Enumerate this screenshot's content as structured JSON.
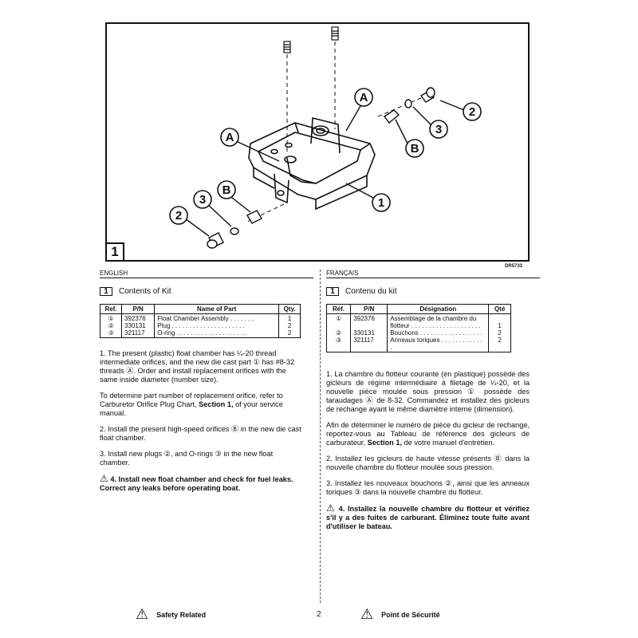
{
  "figure": {
    "number": "1",
    "code": "DR5733",
    "callouts": {
      "A1": "A",
      "A2": "A",
      "B1": "B",
      "B2": "B",
      "c1": "1",
      "c2a": "2",
      "c2b": "2",
      "c3a": "3",
      "c3b": "3"
    }
  },
  "english": {
    "lang_label": "ENGLISH",
    "section_num": "1",
    "section_title": "Contents of Kit",
    "table": {
      "headers": [
        "Ref.",
        "P/N",
        "Name of Part",
        "Qty."
      ],
      "rows": [
        {
          "ref": "①",
          "pn": "392376",
          "name": "Float Chamber Assembly . . . . . . .",
          "qty": "1"
        },
        {
          "ref": "②",
          "pn": "330131",
          "name": "Plug . . . . . . . . . . . . . . . . . . . . .",
          "qty": "2"
        },
        {
          "ref": "③",
          "pn": "321117",
          "name": "O-ring . . . . . . . . . . . . . . . . . . . .",
          "qty": "2"
        }
      ]
    },
    "p1": "1. The present (plastic) float chamber has ¼-20 thread intermediate orifices, and the new die cast part ① has #8-32 threads Ⓐ. Order and install replacement orifices with the same inside diameter (number size).",
    "p2_pre": "To determine part number of replacement orifice, refer to Carburetor Orifice Plug Chart,",
    "p2_bold": "Section 1,",
    "p2_post": "of your service manual.",
    "p3": "2. Install the present high-speed orifices Ⓑ in the new die cast float chamber.",
    "p4": "3. Install new plugs ②, and O-rings ③ in the new float chamber.",
    "p5": "4. Install new float chamber and check for fuel leaks. Correct any leaks before operating boat."
  },
  "french": {
    "lang_label": "FRANÇAIS",
    "section_num": "1",
    "section_title": "Contenu du kit",
    "table": {
      "headers": [
        "Réf.",
        "P/N",
        "Désignation",
        "Qté"
      ],
      "rows": [
        {
          "ref": "①",
          "pn": "392376",
          "name": "Assemblage de la chambre du flotteur . . . . . . . . . . . . . . . . . . . .",
          "qty": "1"
        },
        {
          "ref": "②",
          "pn": "330131",
          "name": "Bouchons . . . . . . . . . . . . . . . . . .",
          "qty": "2"
        },
        {
          "ref": "③",
          "pn": "321117",
          "name": "Anneaux toriques . . . . . . . . . . . . .",
          "qty": "2"
        }
      ]
    },
    "p1": "1. La chambre du flotteur courante (en plastique) possède des gicleurs de régime intermédiaire à filetage de ¼-20, et la nouvelle pièce moulée sous pression ① possède des taraudages Ⓐ de 8-32. Commandez et installez des gicleurs de rechange ayant le même diamètre interne (dimension).",
    "p2_pre": "Afin de déterminer le numéro de pièce du gicleur de rechange, reportez-vous au Tableau de référence des gicleurs de carburateur,",
    "p2_bold": "Section 1,",
    "p2_post": "de votre manuel d'entretien.",
    "p3": "2. Installez les gicleurs de haute vitesse présents Ⓑ dans la nouvelle chambre du flotteur moulée sous pression.",
    "p4": "3. Installez les nouveaux bouchons ②, ainsi que les anneaux toriques ③ dans la nouvelle chambre du flotteur.",
    "p5": "4. Installez la nouvelle chambre du flotteur et vérifiez s'il y a des fuites de carburant. Éliminez toute fuite avant d'utiliser le bateau."
  },
  "footer": {
    "left_label": "Safety Related",
    "page_number": "2",
    "right_label": "Point de Sécurité"
  }
}
